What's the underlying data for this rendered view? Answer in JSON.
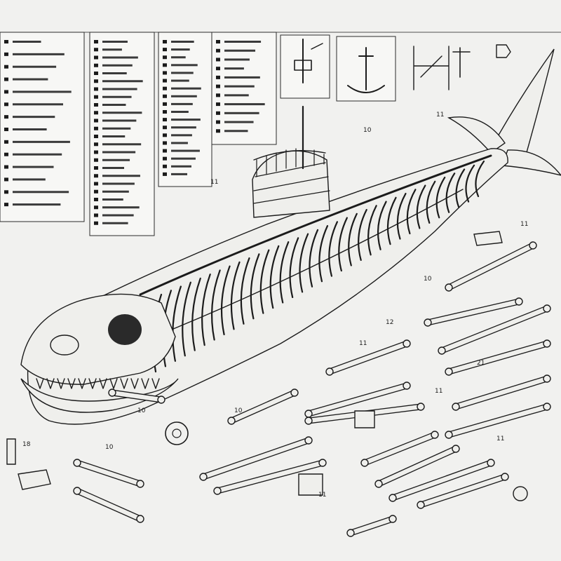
{
  "illustration": {
    "subject": "Exploded technical drawing of a whale skeleton built like a submarine",
    "style": "black ink line art on off-white paper",
    "colors": {
      "paper": "#f1f1ef",
      "ink": "#1b1b1b",
      "bone": "#efefec"
    }
  },
  "legend_panels": [
    {
      "rows": 14
    },
    {
      "rows": 24
    },
    {
      "rows": 18
    },
    {
      "rows": 11
    }
  ],
  "detail_insets": [
    {
      "icon": "anchor-icon"
    },
    {
      "icon": "crane-icon"
    }
  ],
  "callout_numbers": [
    "11",
    "10",
    "11",
    "11",
    "10",
    "12",
    "11",
    "10",
    "10",
    "11",
    "11",
    "21",
    "18",
    "11",
    "10"
  ]
}
